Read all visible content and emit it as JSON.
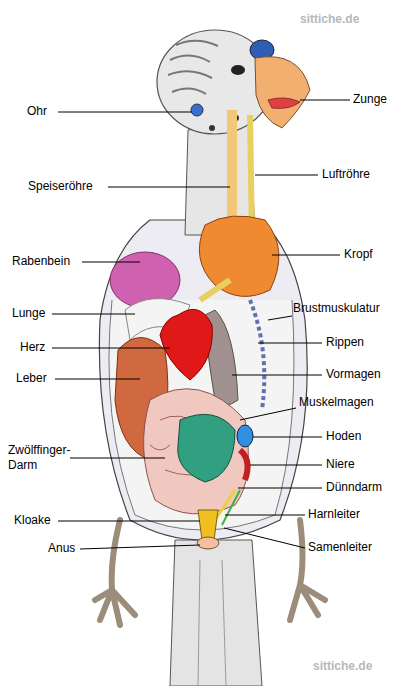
{
  "diagram": {
    "labels": [
      "Ohr",
      "Speiseröhre",
      "Rabenbein",
      "Lunge",
      "Herz",
      "Leber",
      "Zwölffinger- Darm",
      "Kloake",
      "Anus",
      "Zunge",
      "Luftröhre",
      "Kropf",
      "Brustmuskulatur",
      "Rippen",
      "Vormagen",
      "Muskelmagen",
      "Hoden",
      "Niere",
      "Dünndarm",
      "Harnleiter",
      "Samenleiter",
      "sittiche.de",
      "sittiche.de"
    ]
  }
}
